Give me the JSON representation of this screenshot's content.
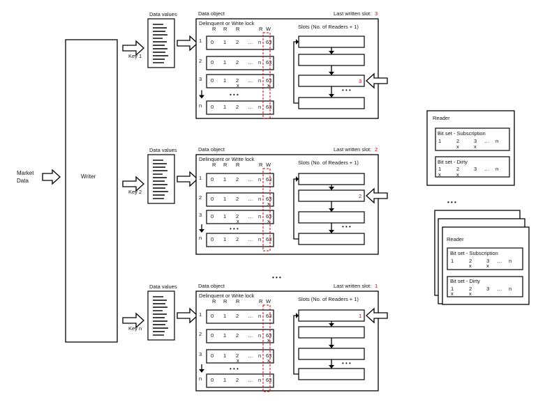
{
  "market_data_label": [
    "Market",
    "Data"
  ],
  "writer_label": "Writer",
  "ellipsis": "• • •",
  "dots_small": "…",
  "data_values_label": "Data values",
  "data_object_label": "Data object",
  "last_written_label": "Last written slot:",
  "lock_header": "Delinquent or Write lock",
  "slots_header": "Slots (No. of Readers + 1)",
  "col_letters": [
    "R",
    "R",
    "R",
    "R",
    "W"
  ],
  "cells": [
    "0",
    "1",
    "2",
    "…",
    "n",
    "63"
  ],
  "row_labels": [
    "1",
    "2",
    "3",
    "n"
  ],
  "mark": "x",
  "groups": [
    {
      "key": "Key 1",
      "last_slot": "3"
    },
    {
      "key": "Key 2",
      "last_slot": "2"
    },
    {
      "key": "Key n",
      "last_slot": "1"
    }
  ],
  "readers": [
    {
      "title": "Reader",
      "subscription": {
        "title": "Bit set - Subscription",
        "values": [
          "1",
          "2",
          "3",
          "…",
          "n"
        ]
      },
      "dirty": {
        "title": "Bit set - Dirty",
        "values": [
          "1",
          "2",
          "3",
          "…",
          "n"
        ]
      }
    },
    {
      "title": "Reader",
      "subscription": {
        "title": "Bit set - Subscription",
        "values": [
          "1",
          "2",
          "3",
          "…",
          "n"
        ]
      },
      "dirty": {
        "title": "Bit set - Dirty",
        "values": [
          "1",
          "2",
          "3",
          "…",
          "n"
        ]
      }
    }
  ],
  "colors": {
    "accent_red": "#c00000",
    "stroke": "#000000"
  }
}
